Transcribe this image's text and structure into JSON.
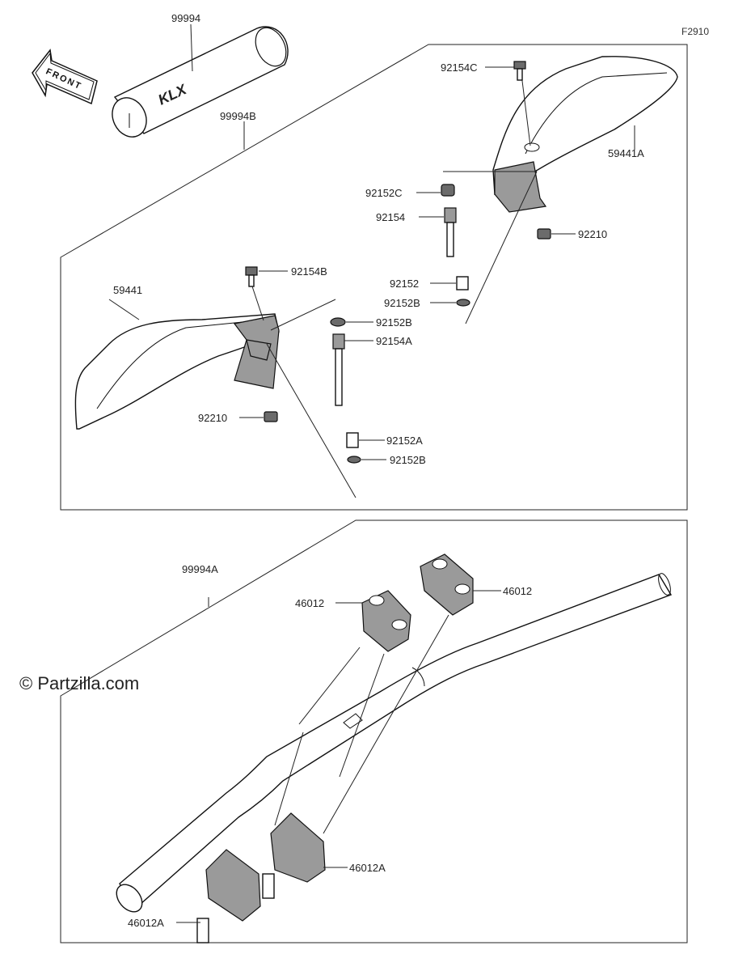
{
  "diagram_code": "F2910",
  "watermark": "© Partzilla.com",
  "direction_label": "FRONT",
  "pad_logo": "KLX",
  "parts": {
    "pad": "99994",
    "accessory_kit": "99994B",
    "handguard_left": "59441",
    "handguard_right": "59441A",
    "bolt_right": "92154C",
    "collar_right": "92152C",
    "bolt_long": "92154",
    "nut_right": "92210",
    "collar_1": "92152",
    "washer_1": "92152B",
    "bolt_left": "92154B",
    "washer_2": "92152B",
    "bolt_long_left": "92154A",
    "nut_left": "92210",
    "collar_2": "92152A",
    "washer_3": "92152B",
    "handlebar": "99994A",
    "holder_upper_left": "46012",
    "holder_upper_right": "46012",
    "holder_lower_right": "46012A",
    "holder_lower_left": "46012A"
  }
}
